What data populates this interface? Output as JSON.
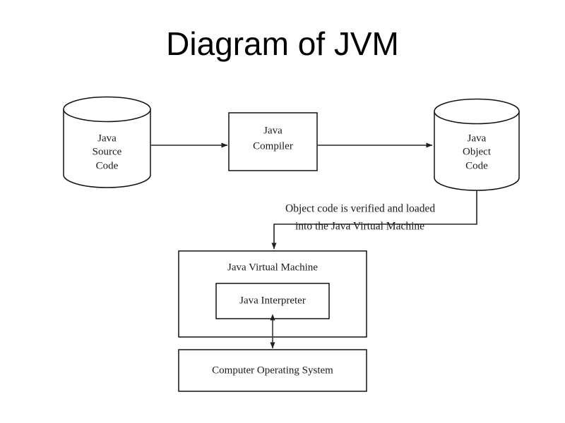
{
  "slide": {
    "title": "Diagram of JVM",
    "background_color": "#ffffff",
    "text_color": "#000000",
    "line_color": "#333333"
  },
  "nodes": {
    "java_source_code": {
      "shape": "cylinder",
      "lines": [
        "Java",
        "Source",
        "Code"
      ],
      "line1": "Java",
      "line2": "Source",
      "line3": "Code"
    },
    "java_compiler": {
      "shape": "rectangle",
      "lines": [
        "Java",
        "Compiler"
      ],
      "line1": "Java",
      "line2": "Compiler"
    },
    "java_object_code": {
      "shape": "cylinder",
      "lines": [
        "Java",
        "Object",
        "Code"
      ],
      "line1": "Java",
      "line2": "Object",
      "line3": "Code"
    },
    "java_virtual_machine": {
      "shape": "rectangle",
      "label": "Java Virtual Machine"
    },
    "java_interpreter": {
      "shape": "rectangle",
      "label": "Java Interpreter"
    },
    "computer_operating_system": {
      "shape": "rectangle",
      "label": "Computer Operating System"
    }
  },
  "annotations": {
    "load_note": {
      "line1": "Object code is verified and loaded",
      "line2": "into the Java Virtual Machine"
    }
  },
  "edges": [
    {
      "name": "source-to-compiler",
      "from": "java_source_code",
      "to": "java_compiler",
      "arrow": "single"
    },
    {
      "name": "compiler-to-object-code",
      "from": "java_compiler",
      "to": "java_object_code",
      "arrow": "single"
    },
    {
      "name": "object-code-to-jvm",
      "from": "java_object_code",
      "to": "java_virtual_machine",
      "arrow": "single"
    },
    {
      "name": "interpreter-to-os",
      "from": "java_interpreter",
      "to": "computer_operating_system",
      "arrow": "double"
    }
  ]
}
